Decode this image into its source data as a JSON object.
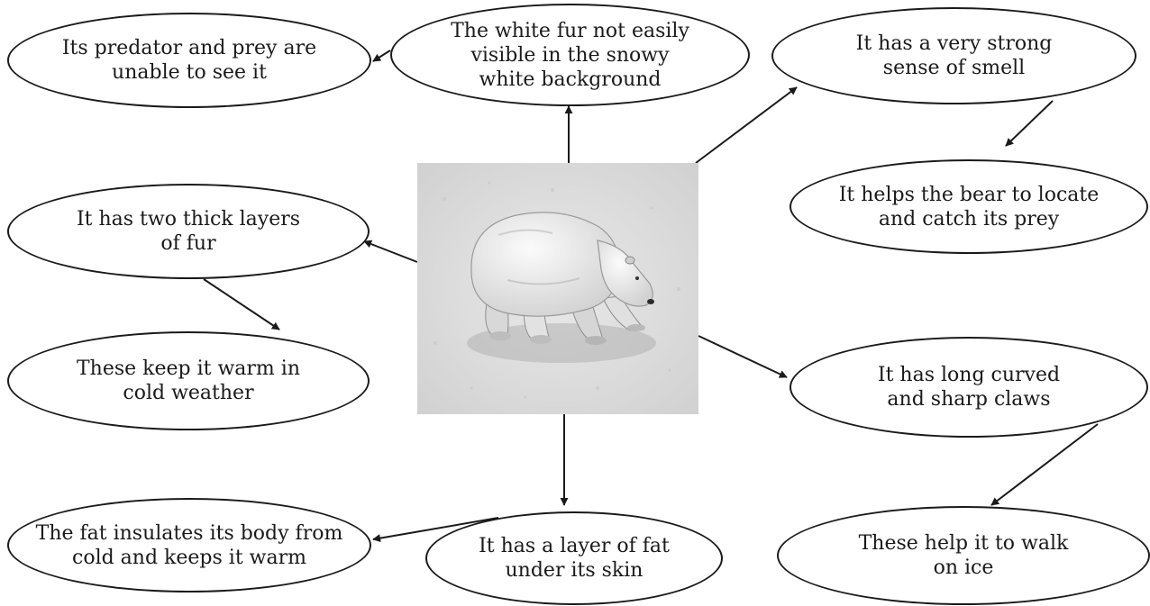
{
  "diagram": {
    "center_image": {
      "icon": "polar-bear-icon",
      "description_colors": {
        "snow": "#d9d9d9",
        "fur": "#f2f2f2",
        "shadow": "#9a9a9a"
      }
    },
    "nodes": {
      "predator_prey": {
        "line1": "Its predator and prey are",
        "line2": "unable to see it"
      },
      "white_fur": {
        "line1": "The white fur not easily",
        "line2": "visible in the snowy",
        "line3": "white background"
      },
      "smell": {
        "line1": "It has a very strong",
        "line2": "sense of smell"
      },
      "locate_prey": {
        "line1": "It helps the bear to locate",
        "line2": "and catch its prey"
      },
      "fur_layers": {
        "line1": "It has two thick layers",
        "line2": "of fur"
      },
      "warm_cold": {
        "line1": "These keep it warm in",
        "line2": "cold weather"
      },
      "claws": {
        "line1": "It has long curved",
        "line2": "and sharp claws"
      },
      "fat_insulates": {
        "line1": "The fat insulates its body from",
        "line2": "cold and keeps it warm"
      },
      "fat_layer": {
        "line1": "It has a layer of fat",
        "line2": "under its skin"
      },
      "walk_ice": {
        "line1": "These help it to walk",
        "line2": "on ice"
      }
    },
    "colors": {
      "stroke": "#1a1a1a",
      "background": "#ffffff"
    }
  }
}
